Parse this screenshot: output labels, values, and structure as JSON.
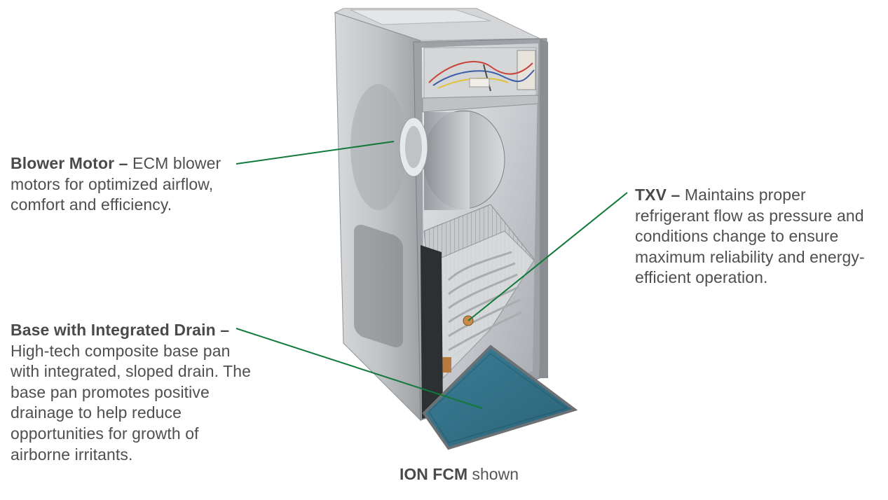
{
  "callouts": {
    "blower": {
      "term": "Blower Motor –",
      "desc": " ECM blower motors for optimized airflow, comfort and efficiency."
    },
    "base": {
      "term": "Base with Integrated Drain –",
      "desc": " High-tech composite base pan with  integrated, sloped drain. The base pan promotes positive drainage to help reduce opportunities for growth of airborne irritants."
    },
    "txv": {
      "term": "TXV –",
      "desc": " Maintains proper refrigerant flow as pressure and conditions change to ensure maximum reliability and energy-efficient operation."
    }
  },
  "caption": {
    "model": "ION FCM",
    "suffix": " shown"
  },
  "colors": {
    "leader_line": "#117a3a",
    "text": "#4f4f4f",
    "filter": "#2f6f86",
    "cabinet": "#b9bcbf"
  }
}
